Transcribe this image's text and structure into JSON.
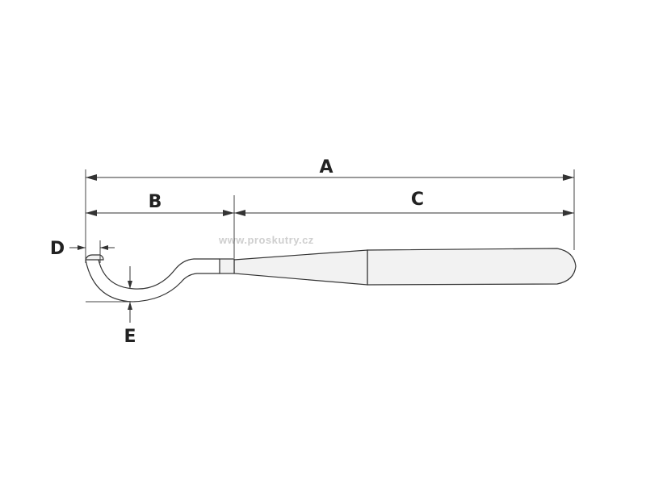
{
  "labels": {
    "a": "A",
    "b": "B",
    "c": "C",
    "d": "D",
    "e": "E"
  },
  "watermark": "www.proskutry.cz",
  "colors": {
    "line": "#333333",
    "fill": "#f2f2f2",
    "watermark": "#cfcfcf"
  }
}
